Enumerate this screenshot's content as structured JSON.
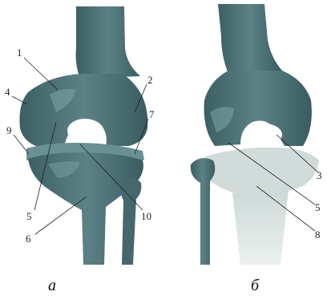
{
  "colors": {
    "bone": "#4f7377",
    "bone_dark": "#3a5a5e",
    "bone_light": "#8fb1b3",
    "tibia_transparent": "#dfe8e6",
    "background": "#ffffff"
  },
  "figure_a": {
    "caption": "а",
    "labels": [
      "1",
      "2",
      "4",
      "9",
      "7",
      "5",
      "10",
      "6"
    ]
  },
  "figure_b": {
    "caption": "б",
    "labels": [
      "3",
      "5",
      "8"
    ]
  }
}
